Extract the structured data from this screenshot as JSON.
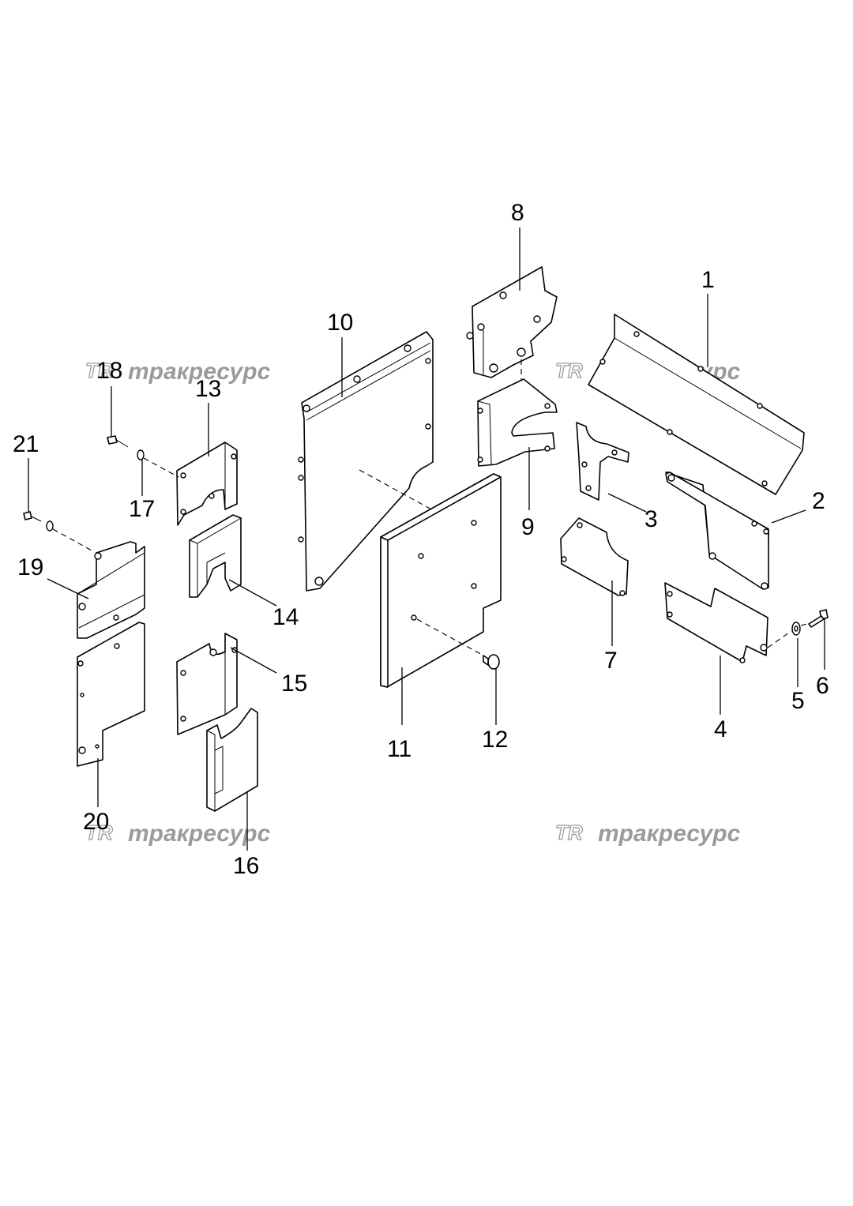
{
  "diagram": {
    "callouts": {
      "c1": "1",
      "c2": "2",
      "c3": "3",
      "c4": "4",
      "c5": "5",
      "c6": "6",
      "c7": "7",
      "c8": "8",
      "c9": "9",
      "c10": "10",
      "c11": "11",
      "c12": "12",
      "c13": "13",
      "c14": "14",
      "c15": "15",
      "c16": "16",
      "c17": "17",
      "c18": "18",
      "c19": "19",
      "c20": "20",
      "c21": "21"
    },
    "watermark": {
      "logo": "TR",
      "text": "тракресурс",
      "color": "#8a8a8a"
    }
  }
}
